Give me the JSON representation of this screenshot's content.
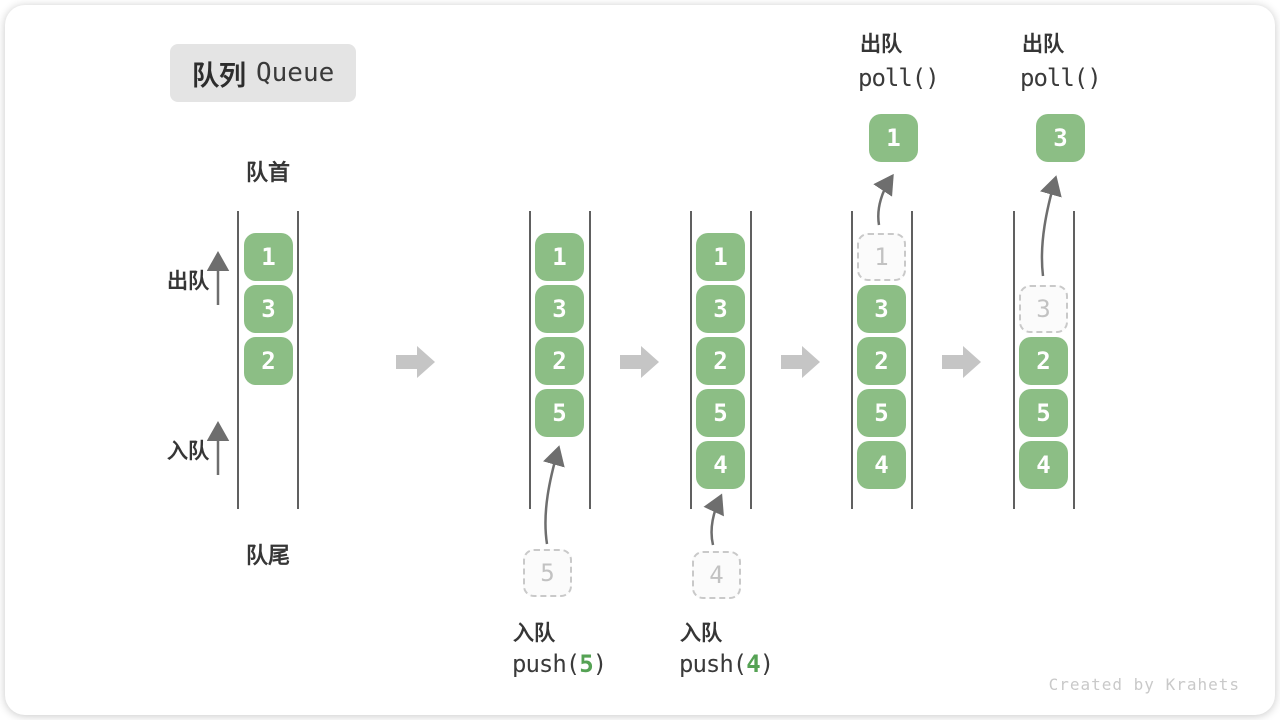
{
  "title": {
    "zh": "队列",
    "en": "Queue"
  },
  "labels": {
    "front": "队首",
    "rear": "队尾",
    "dequeue_side": "出队",
    "enqueue_side": "入队"
  },
  "queues": [
    {
      "cells": [
        {
          "value": "1"
        },
        {
          "value": "3"
        },
        {
          "value": "2"
        }
      ]
    },
    {
      "cells": [
        {
          "value": "1"
        },
        {
          "value": "3"
        },
        {
          "value": "2"
        },
        {
          "value": "5"
        }
      ]
    },
    {
      "cells": [
        {
          "value": "1"
        },
        {
          "value": "3"
        },
        {
          "value": "2"
        },
        {
          "value": "5"
        },
        {
          "value": "4"
        }
      ]
    },
    {
      "removed": "1",
      "cells": [
        {
          "value": "3"
        },
        {
          "value": "2"
        },
        {
          "value": "5"
        },
        {
          "value": "4"
        }
      ]
    },
    {
      "removed": "3",
      "cells": [
        {
          "value": "2"
        },
        {
          "value": "5"
        },
        {
          "value": "4"
        }
      ]
    }
  ],
  "operations": {
    "enqueue5": {
      "label": "入队",
      "code_prefix": "push(",
      "arg": "5",
      "code_suffix": ")",
      "staged": "5"
    },
    "enqueue4": {
      "label": "入队",
      "code_prefix": "push(",
      "arg": "4",
      "code_suffix": ")",
      "staged": "4"
    },
    "dequeue1": {
      "label": "出队",
      "code": "poll()",
      "result": "1"
    },
    "dequeue3": {
      "label": "出队",
      "code": "poll()",
      "result": "3"
    }
  },
  "watermark": "Created by Krahets",
  "colors": {
    "box_green": "#8CBE85",
    "arg_green": "#55A254",
    "big_arrow": "#C5C5C5",
    "thin_arrow": "#6E6E6E",
    "badge_bg": "#E4E4E4",
    "dashed_border": "#C9C9C9",
    "muted_text": "#C2C2C2",
    "dark_text": "#3A3A3A"
  }
}
